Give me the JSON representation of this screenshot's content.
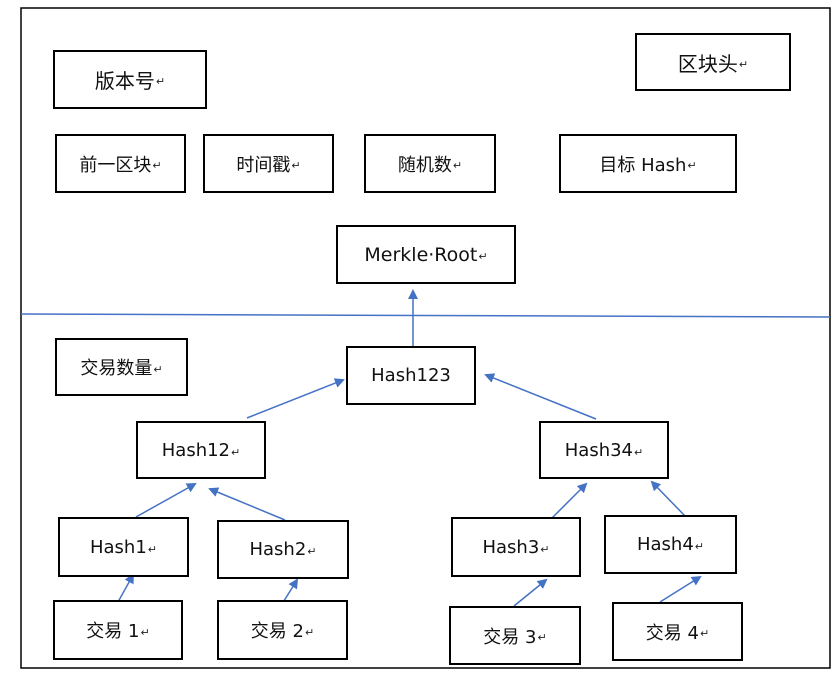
{
  "header_label": "区块头",
  "header_fields": {
    "version": "版本号",
    "prev_block": "前一区块",
    "timestamp": "时间戳",
    "nonce": "随机数",
    "target": "目标 Hash",
    "merkle_root": "Merkle·Root"
  },
  "body_fields": {
    "tx_count": "交易数量"
  },
  "tree": {
    "hash123": "Hash123",
    "hash12": "Hash12",
    "hash34": "Hash34",
    "hash1": "Hash1",
    "hash2": "Hash2",
    "hash3": "Hash3",
    "hash4": "Hash4",
    "tx1": "交易 1",
    "tx2": "交易 2",
    "tx3": "交易 3",
    "tx4": "交易 4"
  },
  "paragraph_mark": "↵",
  "colors": {
    "arrow": "#4472C4",
    "divider": "#4472C4",
    "border": "#000000"
  }
}
